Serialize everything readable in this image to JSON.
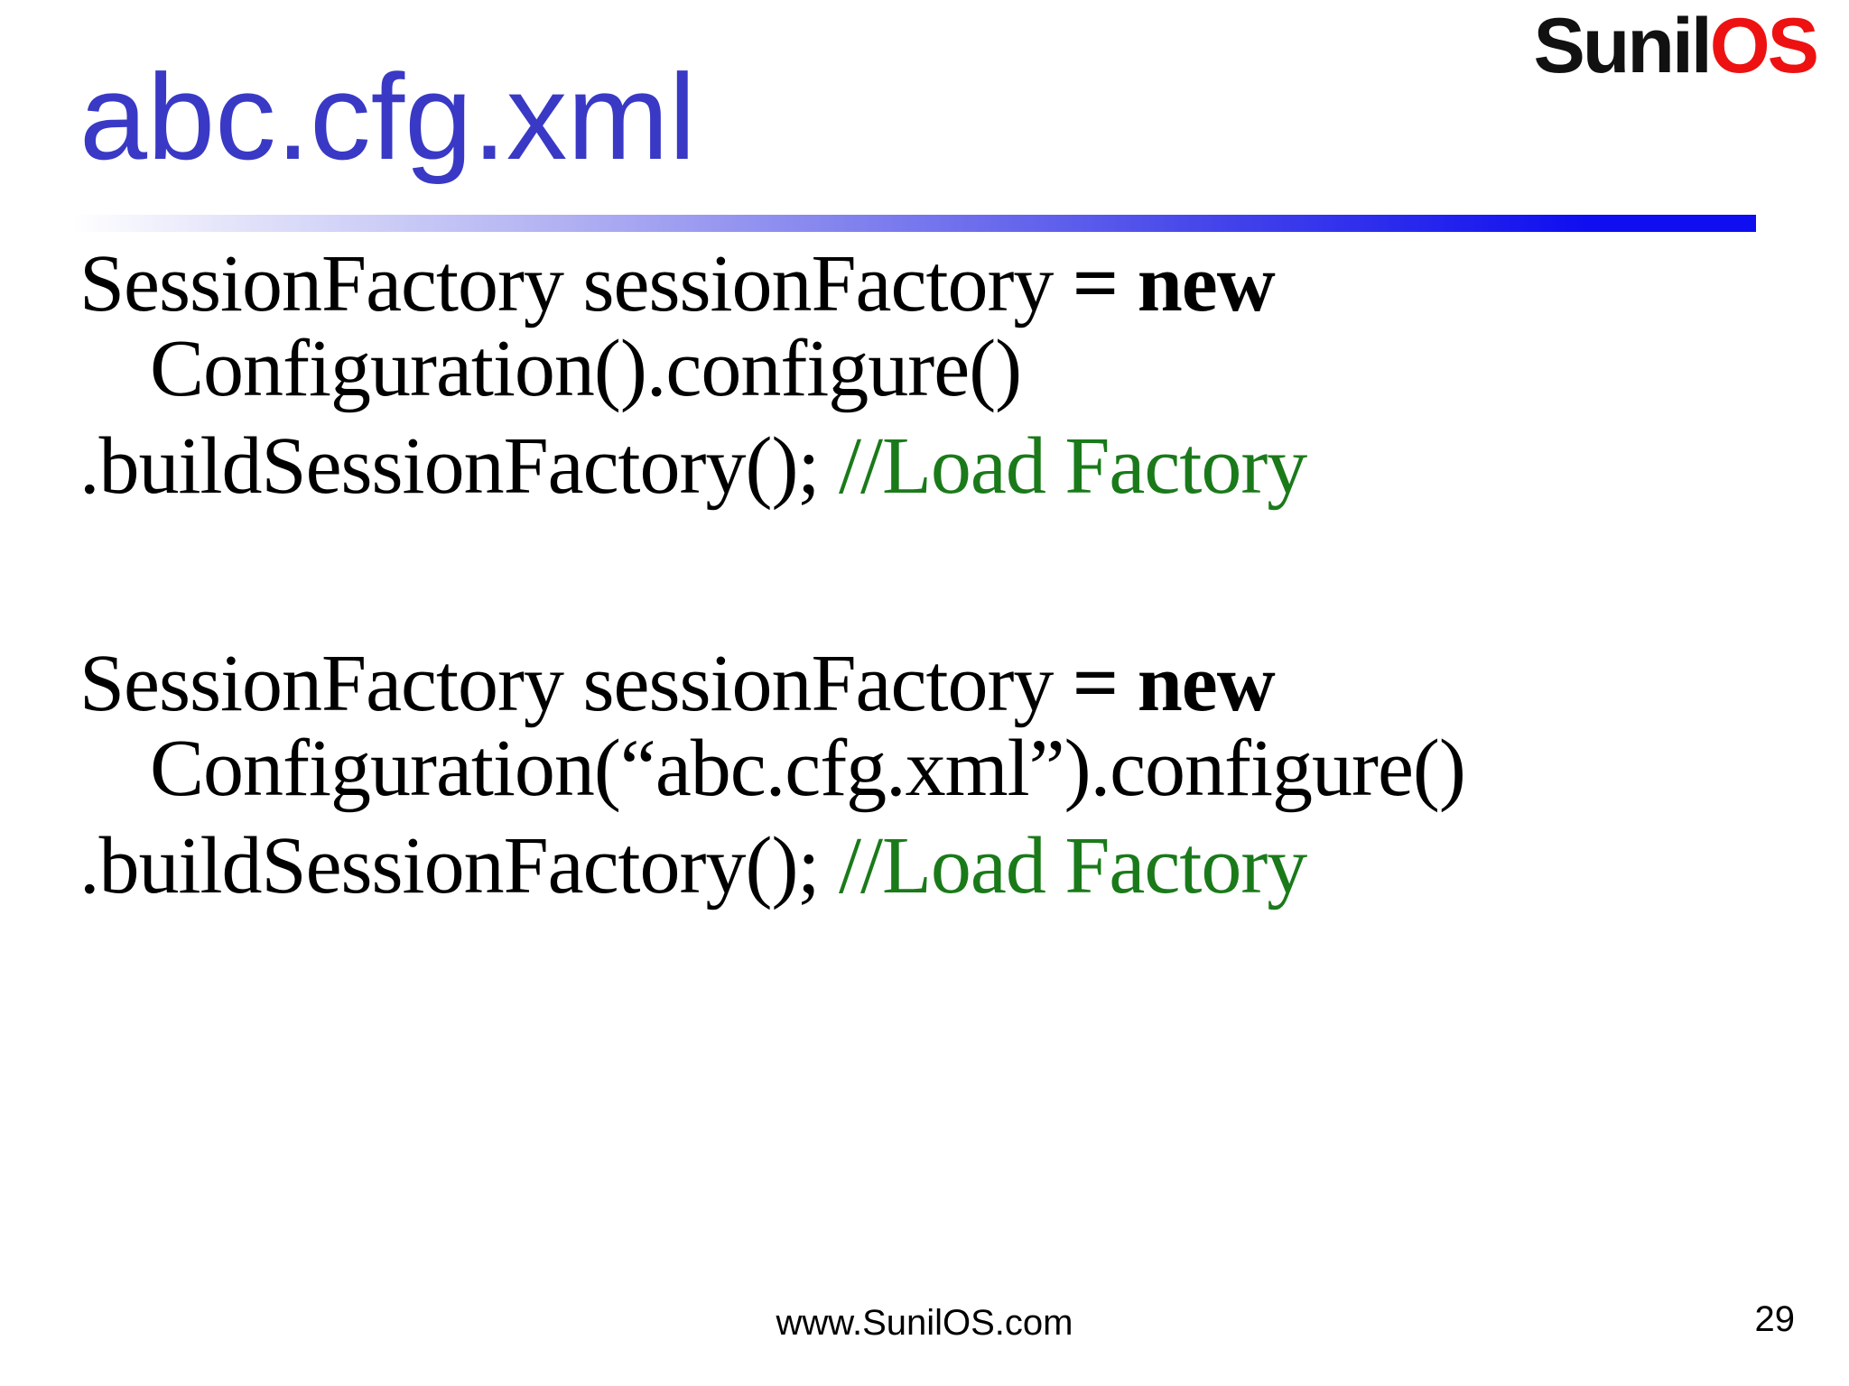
{
  "title": {
    "text": "abc.cfg.xml"
  },
  "logo": {
    "part1": "Sunil",
    "part2": "OS"
  },
  "code_blocks": [
    {
      "line1": {
        "plain": "SessionFactory sessionFactory ",
        "keyword": "= new"
      },
      "line2": {
        "plain": "Configuration().configure()"
      },
      "line3": {
        "plain": ".buildSessionFactory(); ",
        "comment": "//Load Factory"
      }
    },
    {
      "line1": {
        "plain": "SessionFactory sessionFactory ",
        "keyword": "= new"
      },
      "line2": {
        "plain": "Configuration(“abc.cfg.xml”).configure()"
      },
      "line3": {
        "plain": ".buildSessionFactory(); ",
        "comment": "//Load Factory"
      }
    }
  ],
  "footer": {
    "url": "www.SunilOS.com",
    "page_number": "29"
  },
  "colors": {
    "title": "#3939c6",
    "comment": "#1a7a1a",
    "logoBlack": "#111111",
    "logoRed": "#ee1111",
    "barBlue": "#0e0ef0"
  }
}
